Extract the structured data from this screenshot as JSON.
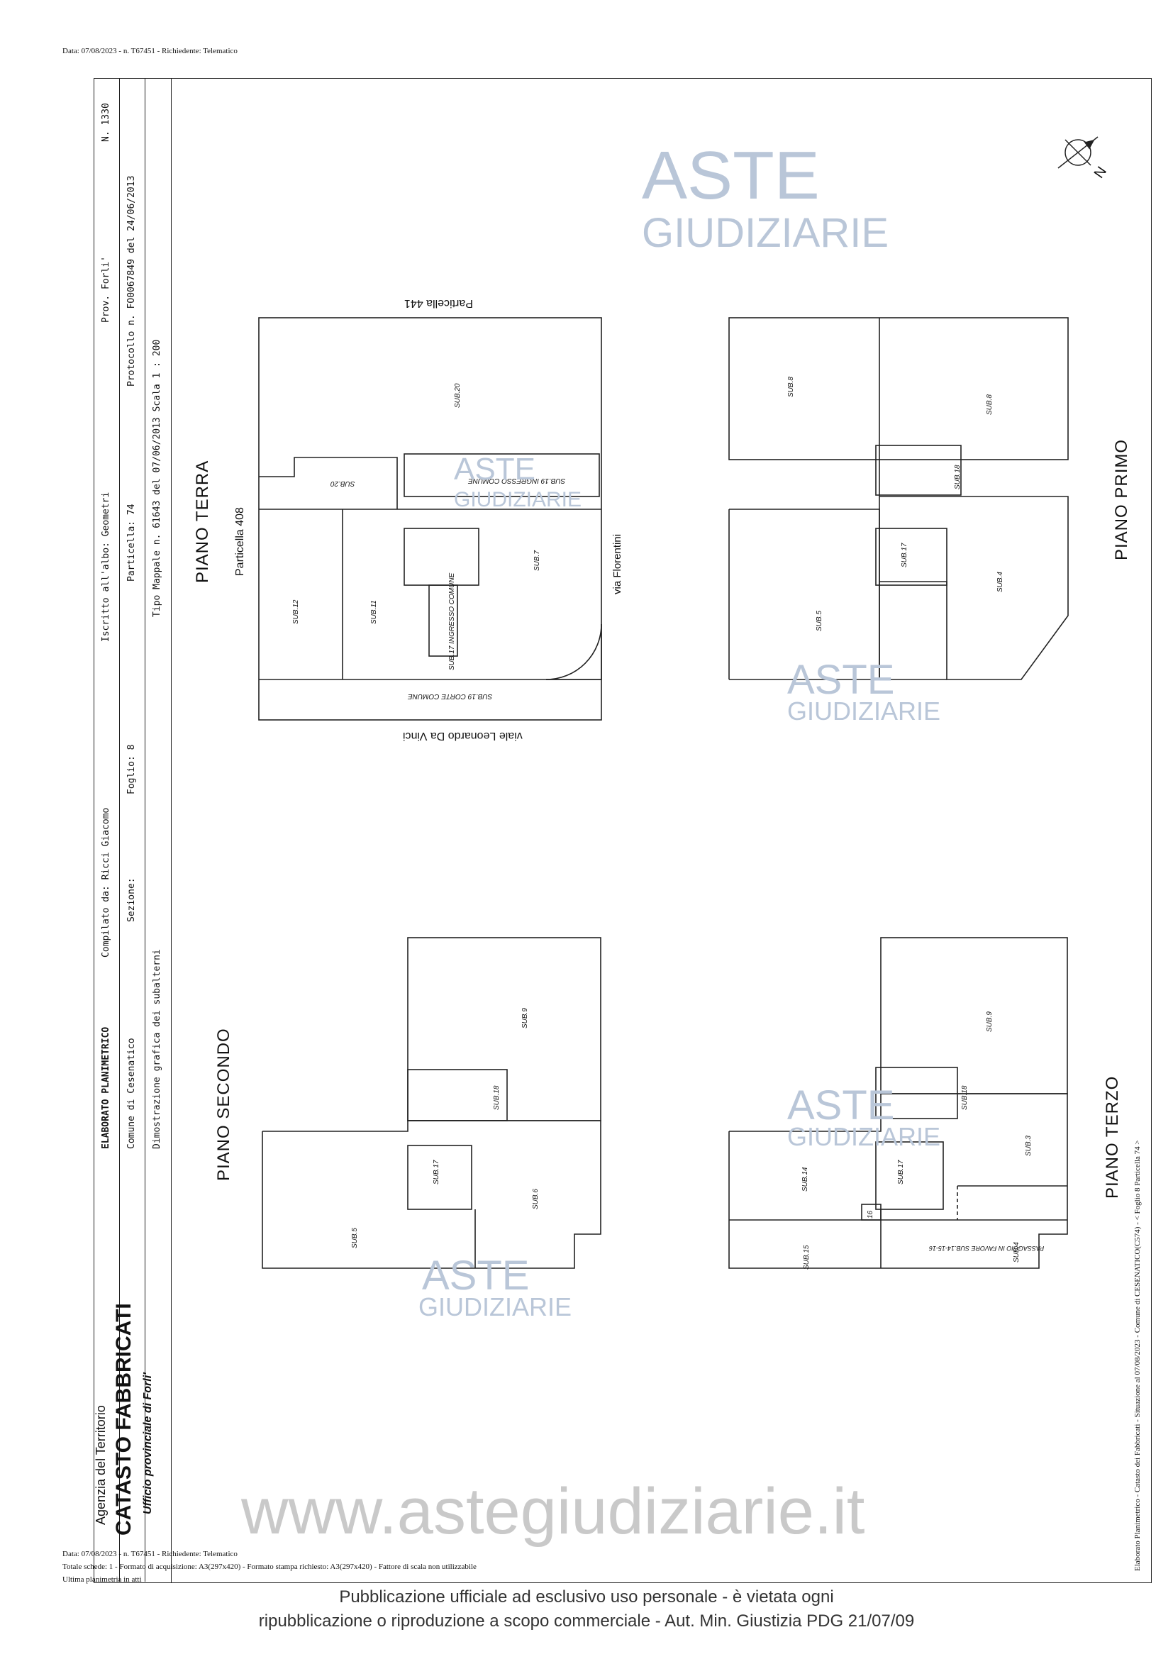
{
  "top_stamp": "Data: 07/08/2023 - n. T67451 - Richiedente: Telematico",
  "header_col1": {
    "line1": "ELABORATO PLANIMETRICO",
    "line1b": "Compilato da: Ricci Giacomo",
    "line1c": "Iscritto all'albo: Geometri",
    "line1d": "Prov. Forli'",
    "line1e": "N. 1330"
  },
  "header_col2": {
    "comune": "Comune di Cesenatico",
    "sezione": "Sezione:",
    "foglio": "Foglio: 8",
    "particella": "Particella: 74",
    "protocollo": "Protocollo n.   FO0067849  del 24/06/2013"
  },
  "header_col3": {
    "dimostrazione": "Dimostrazione grafica dei subalterni",
    "tipo": "Tipo Mappale n. 61643   del 07/06/2013  Scala 1 : 200"
  },
  "agency": {
    "line1": "Agenzia del Territorio",
    "line2": "CATASTO FABBRICATI",
    "line3": "Ufficio provinciale di  Forli'"
  },
  "right_side_note": "Elaborato Planimetrico - Catasto dei Fabbricati - Situazione al 07/08/2023 - Comune di CESENATICO(C574) - < Foglio 8 Particella 74 >",
  "north": "N",
  "plans": {
    "terra": {
      "title": "PIANO TERRA",
      "particella_408": "Particella 408",
      "particella_441": "Particella 441",
      "via_florentini": "via Florentini",
      "viale": "viale Leonardo Da Vinci",
      "labels": [
        "SUB.20",
        "SUB.20",
        "SUB.19 INGRESSO COMUNE",
        "SUB.12",
        "SUB.11",
        "SUB.17 INGRESSO COMUNE",
        "SUB.7",
        "SUB.19 CORTE COMUNE"
      ]
    },
    "primo": {
      "title": "PIANO PRIMO",
      "labels": [
        "SUB.8",
        "SUB.8",
        "SUB.18",
        "SUB.17",
        "SUB.5",
        "SUB.4"
      ]
    },
    "secondo": {
      "title": "PIANO SECONDO",
      "labels": [
        "SUB.9",
        "SUB.18",
        "SUB.17",
        "SUB.5",
        "SUB.6"
      ]
    },
    "terzo": {
      "title": "PIANO TERZO",
      "labels": [
        "SUB.9",
        "SUB.18",
        "SUB.17",
        "SUB.3",
        "SUB.14",
        "16",
        "SUB.15",
        "PASSAGGIO IN FAVORE SUB.14-15-16",
        "SUB.4"
      ]
    }
  },
  "watermark": {
    "aste": "ASTE",
    "giudiziarie": "GIUDIZIARIE",
    "site": "www.astegiudiziarie.it"
  },
  "footer": {
    "line1": "Data: 07/08/2023 - n. T67451 - Richiedente: Telematico",
    "line2": "Totale schede: 1 - Formato di acquisizione: A3(297x420)  - Formato stampa richiesto: A3(297x420) - Fattore di scala non utilizzabile",
    "line3": "Ultima planimetria in atti"
  },
  "notice": {
    "line1": "Pubblicazione ufficiale ad esclusivo uso personale - è vietata ogni",
    "line2": "ripubblicazione o riproduzione a scopo commerciale - Aut. Min. Giustizia PDG 21/07/09"
  }
}
